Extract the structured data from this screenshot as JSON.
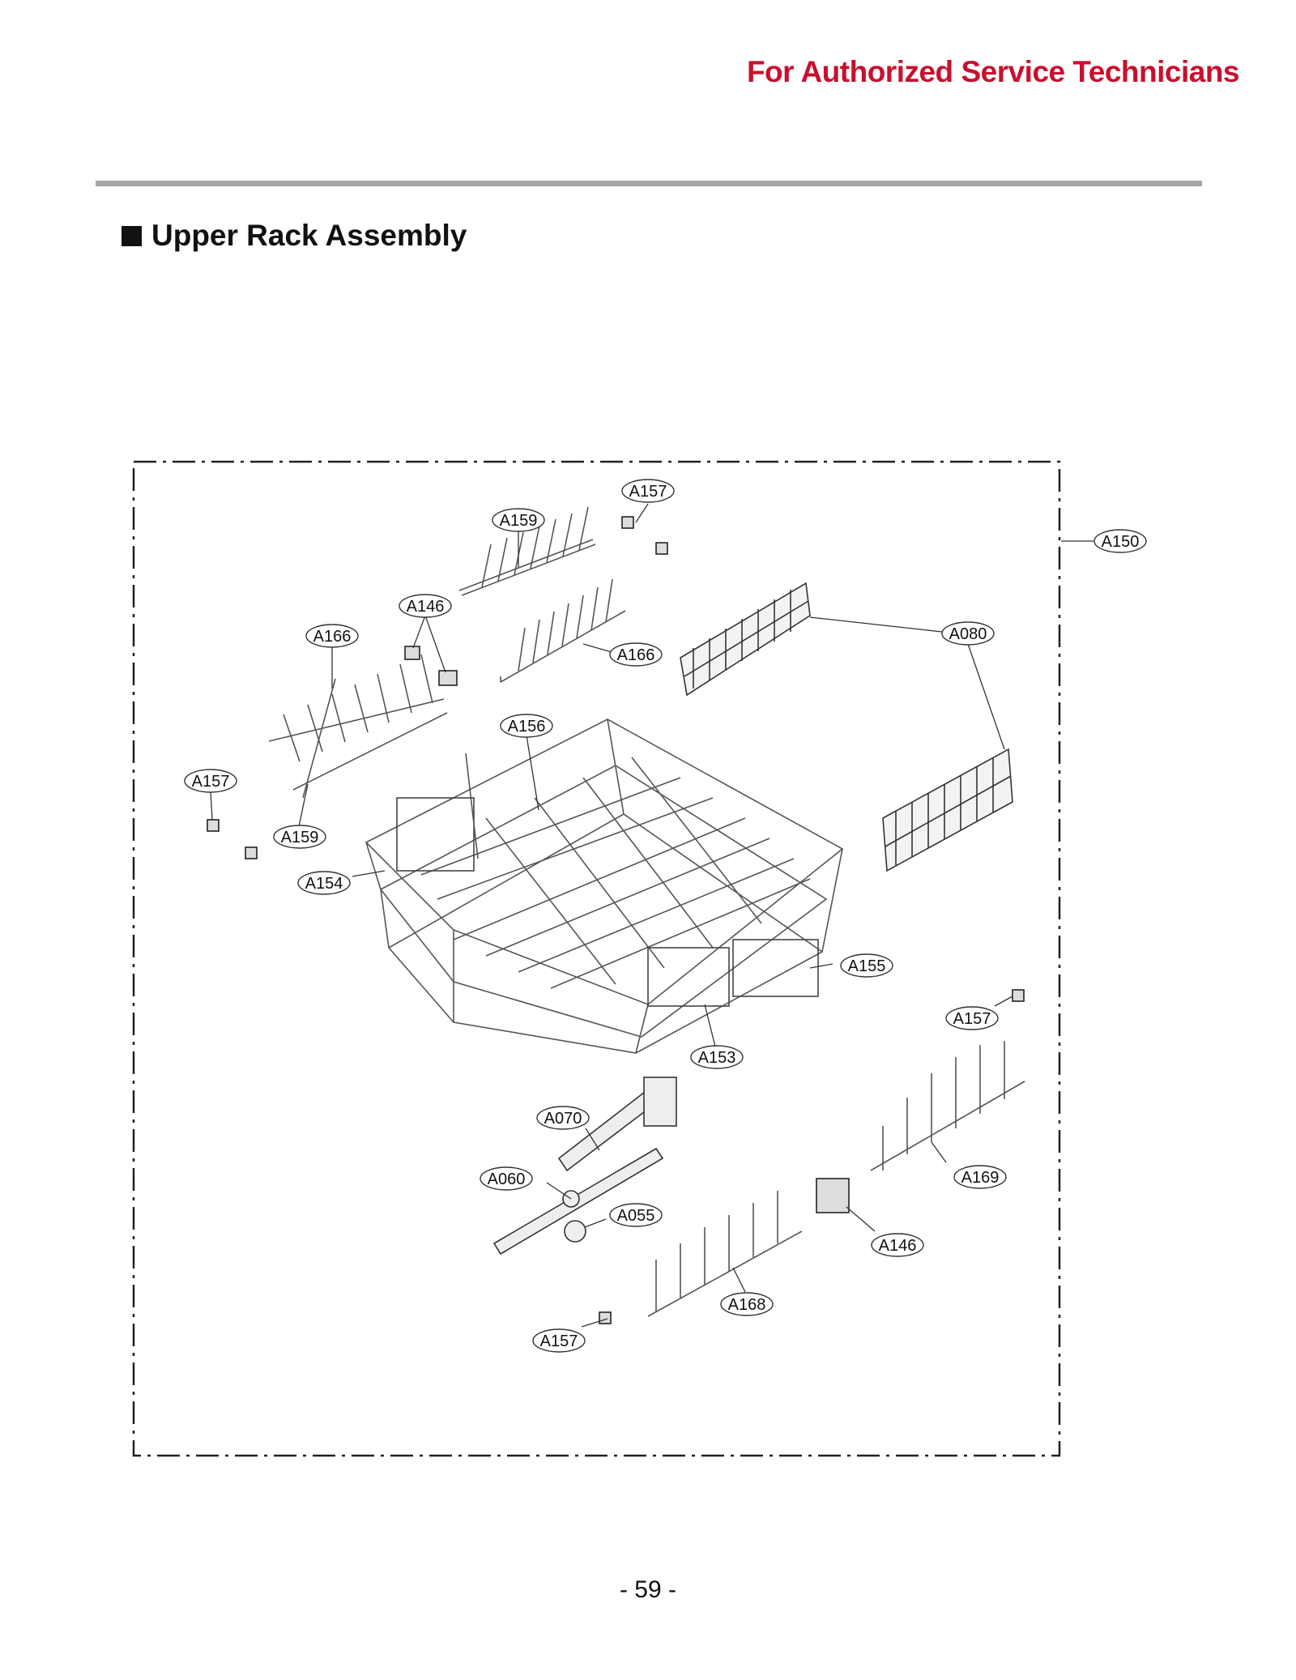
{
  "header": {
    "text": "For Authorized Service Technicians",
    "color": "#c8102e"
  },
  "section": {
    "title": "Upper Rack Assembly"
  },
  "diagram": {
    "labels": [
      "A157",
      "A159",
      "A150",
      "A146",
      "A166",
      "A080",
      "A166",
      "A156",
      "A157",
      "A159",
      "A154",
      "A155",
      "A157",
      "A153",
      "A070",
      "A169",
      "A060",
      "A055",
      "A146",
      "A168",
      "A157"
    ]
  },
  "footer": {
    "page": "- 59 -"
  }
}
